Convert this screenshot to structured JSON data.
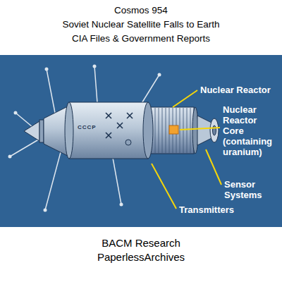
{
  "diagram": {
    "title": "Cosmos 954",
    "caption": "BACM Research PaperlessArchives",
    "labels": [
      "Soviet Nuclear Satellite Falls to Earth",
      "CIA Files & Government Reports",
      "CCCP",
      "Nuclear Reactor",
      "Nuclear Reactor Core (containing uranium)",
      "Sensor Systems",
      "Transmitters"
    ]
  }
}
